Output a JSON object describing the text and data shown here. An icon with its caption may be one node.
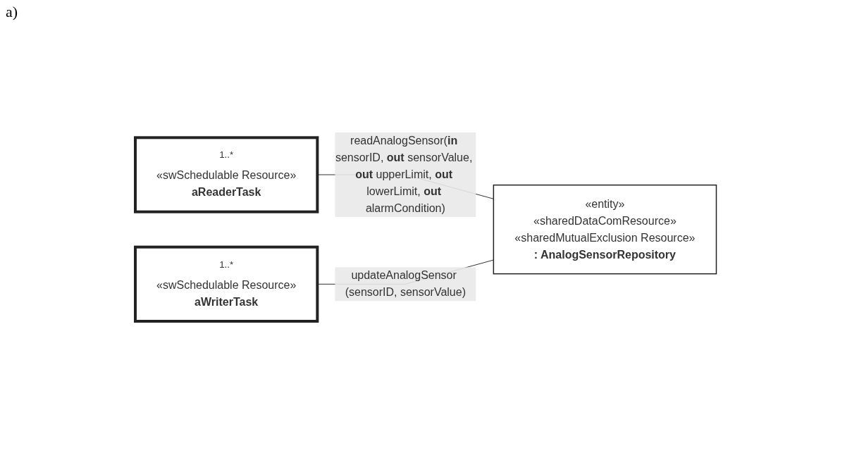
{
  "diagram": {
    "nodes": [
      {
        "text": [
          "1..*",
          "«swSchedulable Resource»",
          "aReaderTask"
        ]
      },
      {
        "text": [
          "«entity»",
          "«sharedDataComResource»",
          "«sharedMutualExclusion Resource»",
          ": AnalogSensorRepository"
        ]
      },
      {
        "text": [
          "1..*",
          "«swSchedulable Resource»",
          "aWriterTask"
        ]
      }
    ],
    "edges": [
      {
        "from": 0,
        "to": 1,
        "arrow": "none",
        "label": "readAnalogSensor(**in** sensorID, **out** sensorValue, **out** upperLimit, **out** lowerLimit, **out** alarmCondition)"
      },
      {
        "from": 2,
        "to": 1,
        "arrow": "none",
        "label": "updateAnalogSensor (sensorID, sensorValue)"
      }
    ],
    "labels": [
      "a)"
    ]
  }
}
